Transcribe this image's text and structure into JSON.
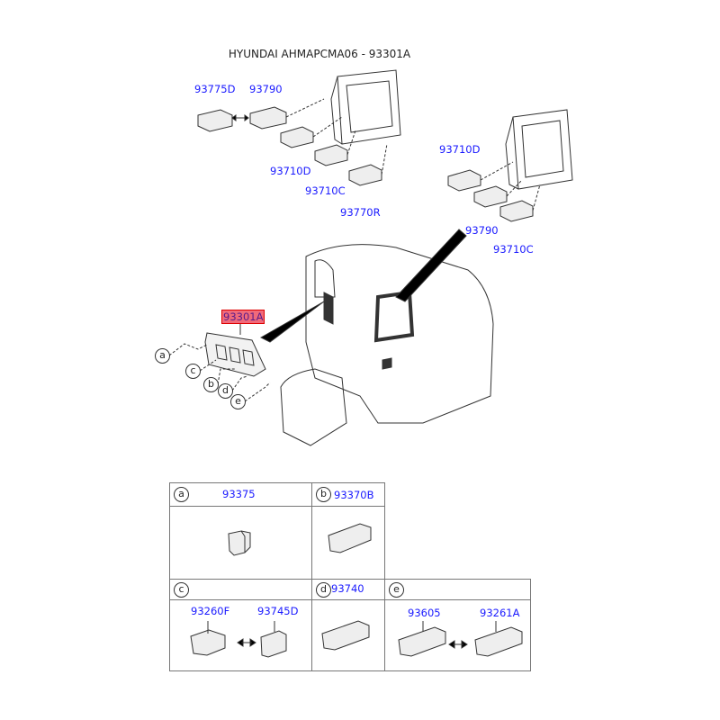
{
  "title": "HYUNDAI AHMAPCMA06 - 93301A",
  "upper_left_parts": [
    "93775D",
    "93790",
    "93710D",
    "93710C",
    "93770R"
  ],
  "upper_right_parts": [
    "93710D",
    "93790",
    "93710C"
  ],
  "main_assembly": "93301A",
  "callouts": [
    "a",
    "c",
    "b",
    "d",
    "e"
  ],
  "table": {
    "a": {
      "letter": "a",
      "parts": [
        "93375"
      ]
    },
    "b": {
      "letter": "b",
      "parts": [
        "93370B"
      ]
    },
    "c": {
      "letter": "c",
      "parts": [
        "93260F",
        "93745D"
      ]
    },
    "d": {
      "letter": "d",
      "parts": [
        "93740"
      ]
    },
    "e": {
      "letter": "e",
      "parts": [
        "93605",
        "93261A"
      ]
    }
  },
  "colors": {
    "part_label": "#1a1aff",
    "highlight": "#f06a7a"
  }
}
